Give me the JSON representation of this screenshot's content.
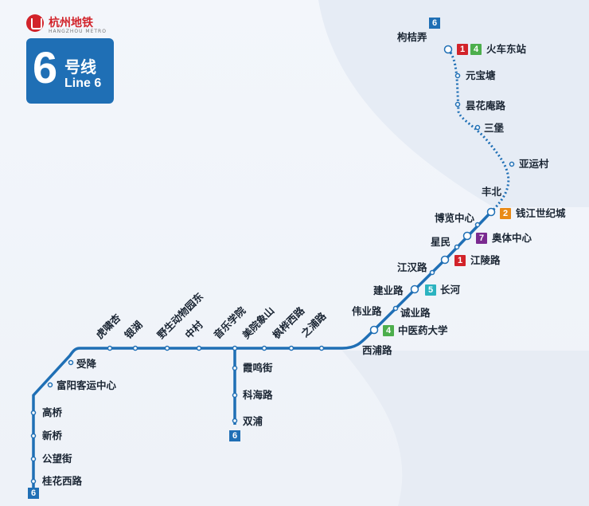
{
  "logo": {
    "name_cn": "杭州地铁",
    "name_en": "HANGZHOU METRO"
  },
  "line": {
    "number": "6",
    "suffix_cn": "号线",
    "name_en": "Line 6",
    "color": "#1f6fb5"
  },
  "colors": {
    "line_1": "#d2232a",
    "line_2": "#e98a16",
    "line_4": "#4cae4c",
    "line_5": "#2bb3c0",
    "line_7": "#7a2a90"
  },
  "terminal_markers": [
    "6",
    "6",
    "6"
  ],
  "stations": [
    {
      "name": "枸桔弄",
      "interchange": true,
      "transfers": [
        "1",
        "4"
      ]
    },
    {
      "name": "火车东站"
    },
    {
      "name": "元宝塘"
    },
    {
      "name": "昙花庵路"
    },
    {
      "name": "三堡"
    },
    {
      "name": "亚运村"
    },
    {
      "name": "丰北"
    },
    {
      "name": "钱江世纪城",
      "interchange": true,
      "transfers": [
        "2"
      ]
    },
    {
      "name": "博览中心"
    },
    {
      "name": "奥体中心",
      "interchange": true,
      "transfers": [
        "7"
      ]
    },
    {
      "name": "星民"
    },
    {
      "name": "江陵路",
      "interchange": true,
      "transfers": [
        "1"
      ]
    },
    {
      "name": "江汉路"
    },
    {
      "name": "建业路"
    },
    {
      "name": "长河",
      "interchange": true,
      "transfers": [
        "5"
      ]
    },
    {
      "name": "伟业路"
    },
    {
      "name": "诚业路"
    },
    {
      "name": "中医药大学",
      "interchange": true,
      "transfers": [
        "4"
      ]
    },
    {
      "name": "西浦路"
    },
    {
      "name": "之浦路"
    },
    {
      "name": "枫桦西路"
    },
    {
      "name": "美院象山"
    },
    {
      "name": "音乐学院"
    },
    {
      "name": "中村"
    },
    {
      "name": "野生动物园东"
    },
    {
      "name": "银湖"
    },
    {
      "name": "虎啸杏"
    },
    {
      "name": "受降"
    },
    {
      "name": "富阳客运中心"
    },
    {
      "name": "高桥"
    },
    {
      "name": "新桥"
    },
    {
      "name": "公望街"
    },
    {
      "name": "桂花西路"
    },
    {
      "name": "霞鸣街"
    },
    {
      "name": "科海路"
    },
    {
      "name": "双浦"
    }
  ]
}
